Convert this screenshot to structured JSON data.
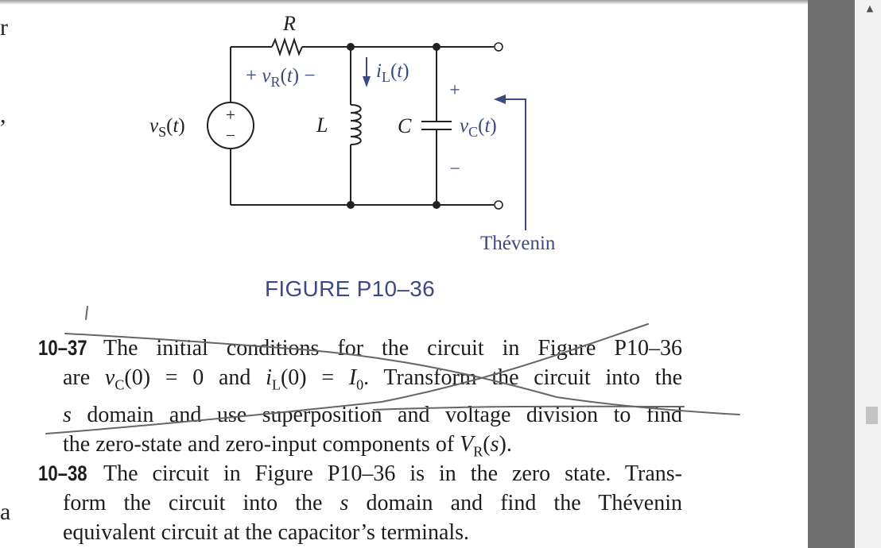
{
  "margin_fragments": [
    "r",
    ",",
    "a"
  ],
  "figure": {
    "caption": "FIGURE P10–36",
    "labels": {
      "resistor": "R",
      "inductor": "L",
      "capacitor": "C",
      "source_plus": "+",
      "source_minus": "−",
      "thevenin": "Thévenin",
      "vc_plus": "+",
      "vc_minus": "−"
    }
  },
  "problems": [
    {
      "number": "10–37",
      "lines": [
        "The initial conditions for the circuit in Figure P10–36",
        "are v_C(0) = 0 and i_L(0) = I_0. Transform the circuit into the",
        "s domain and use superposition and voltage division to find",
        "the zero-state and zero-input components of V_R(s)."
      ],
      "crossed_out": true
    },
    {
      "number": "10–38",
      "lines": [
        "The circuit in Figure P10–36 is in the zero state. Trans-",
        "form the circuit into the s domain and find the Thévenin",
        "equivalent circuit at the capacitor’s terminals."
      ]
    }
  ],
  "colors": {
    "text": "#1d1d1d",
    "figure_accent": "#3a4a82",
    "circuit_wire": "#222222",
    "scrollbar": "#6f6f6f"
  }
}
